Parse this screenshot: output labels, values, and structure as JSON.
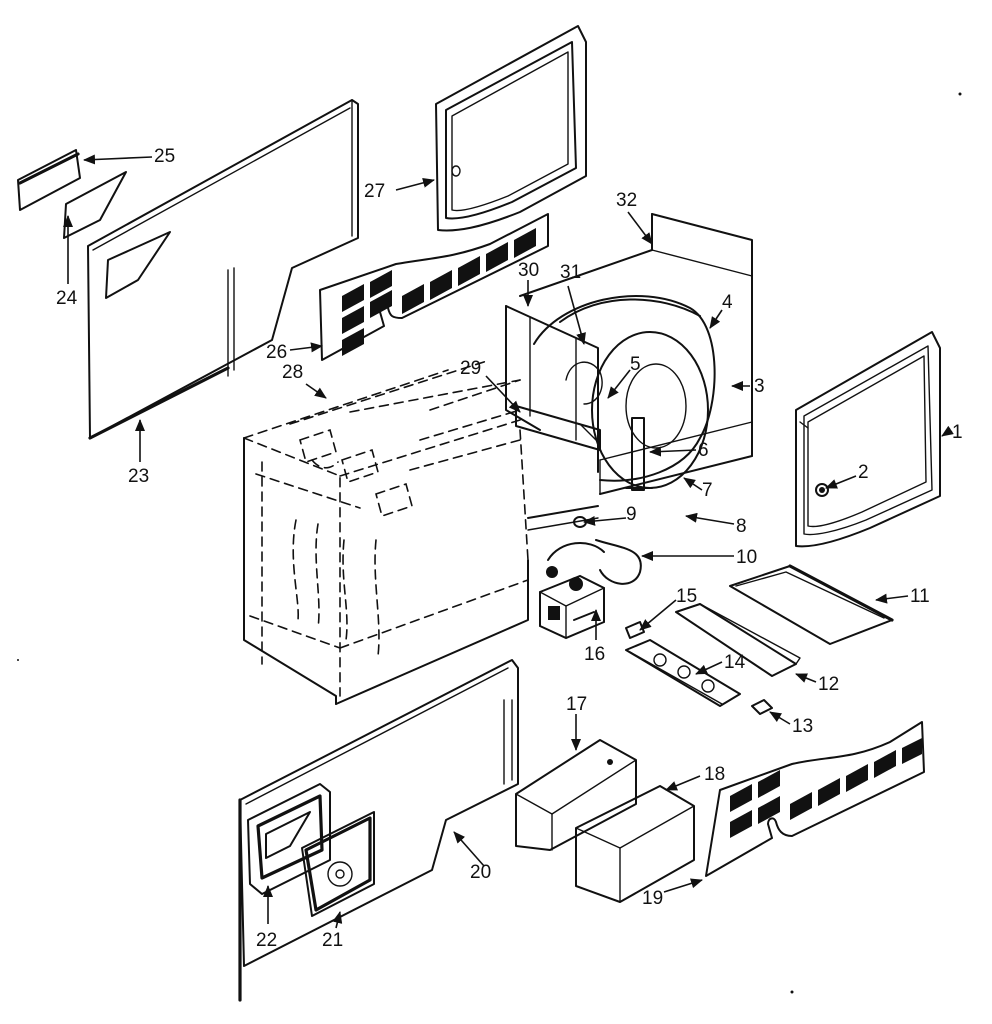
{
  "colors": {
    "ink": "#111111",
    "paper": "#ffffff"
  },
  "callouts": {
    "c1": "1",
    "c2": "2",
    "c3": "3",
    "c4": "4",
    "c5": "5",
    "c6": "6",
    "c7": "7",
    "c8": "8",
    "c9": "9",
    "c10": "10",
    "c11": "11",
    "c12": "12",
    "c13": "13",
    "c14": "14",
    "c15": "15",
    "c16": "16",
    "c17": "17",
    "c18": "18",
    "c19": "19",
    "c20": "20",
    "c21": "21",
    "c22": "22",
    "c23": "23",
    "c24": "24",
    "c25": "25",
    "c26": "26",
    "c27": "27",
    "c28": "28",
    "c29": "29",
    "c30": "30",
    "c31": "31",
    "c32": "32"
  }
}
